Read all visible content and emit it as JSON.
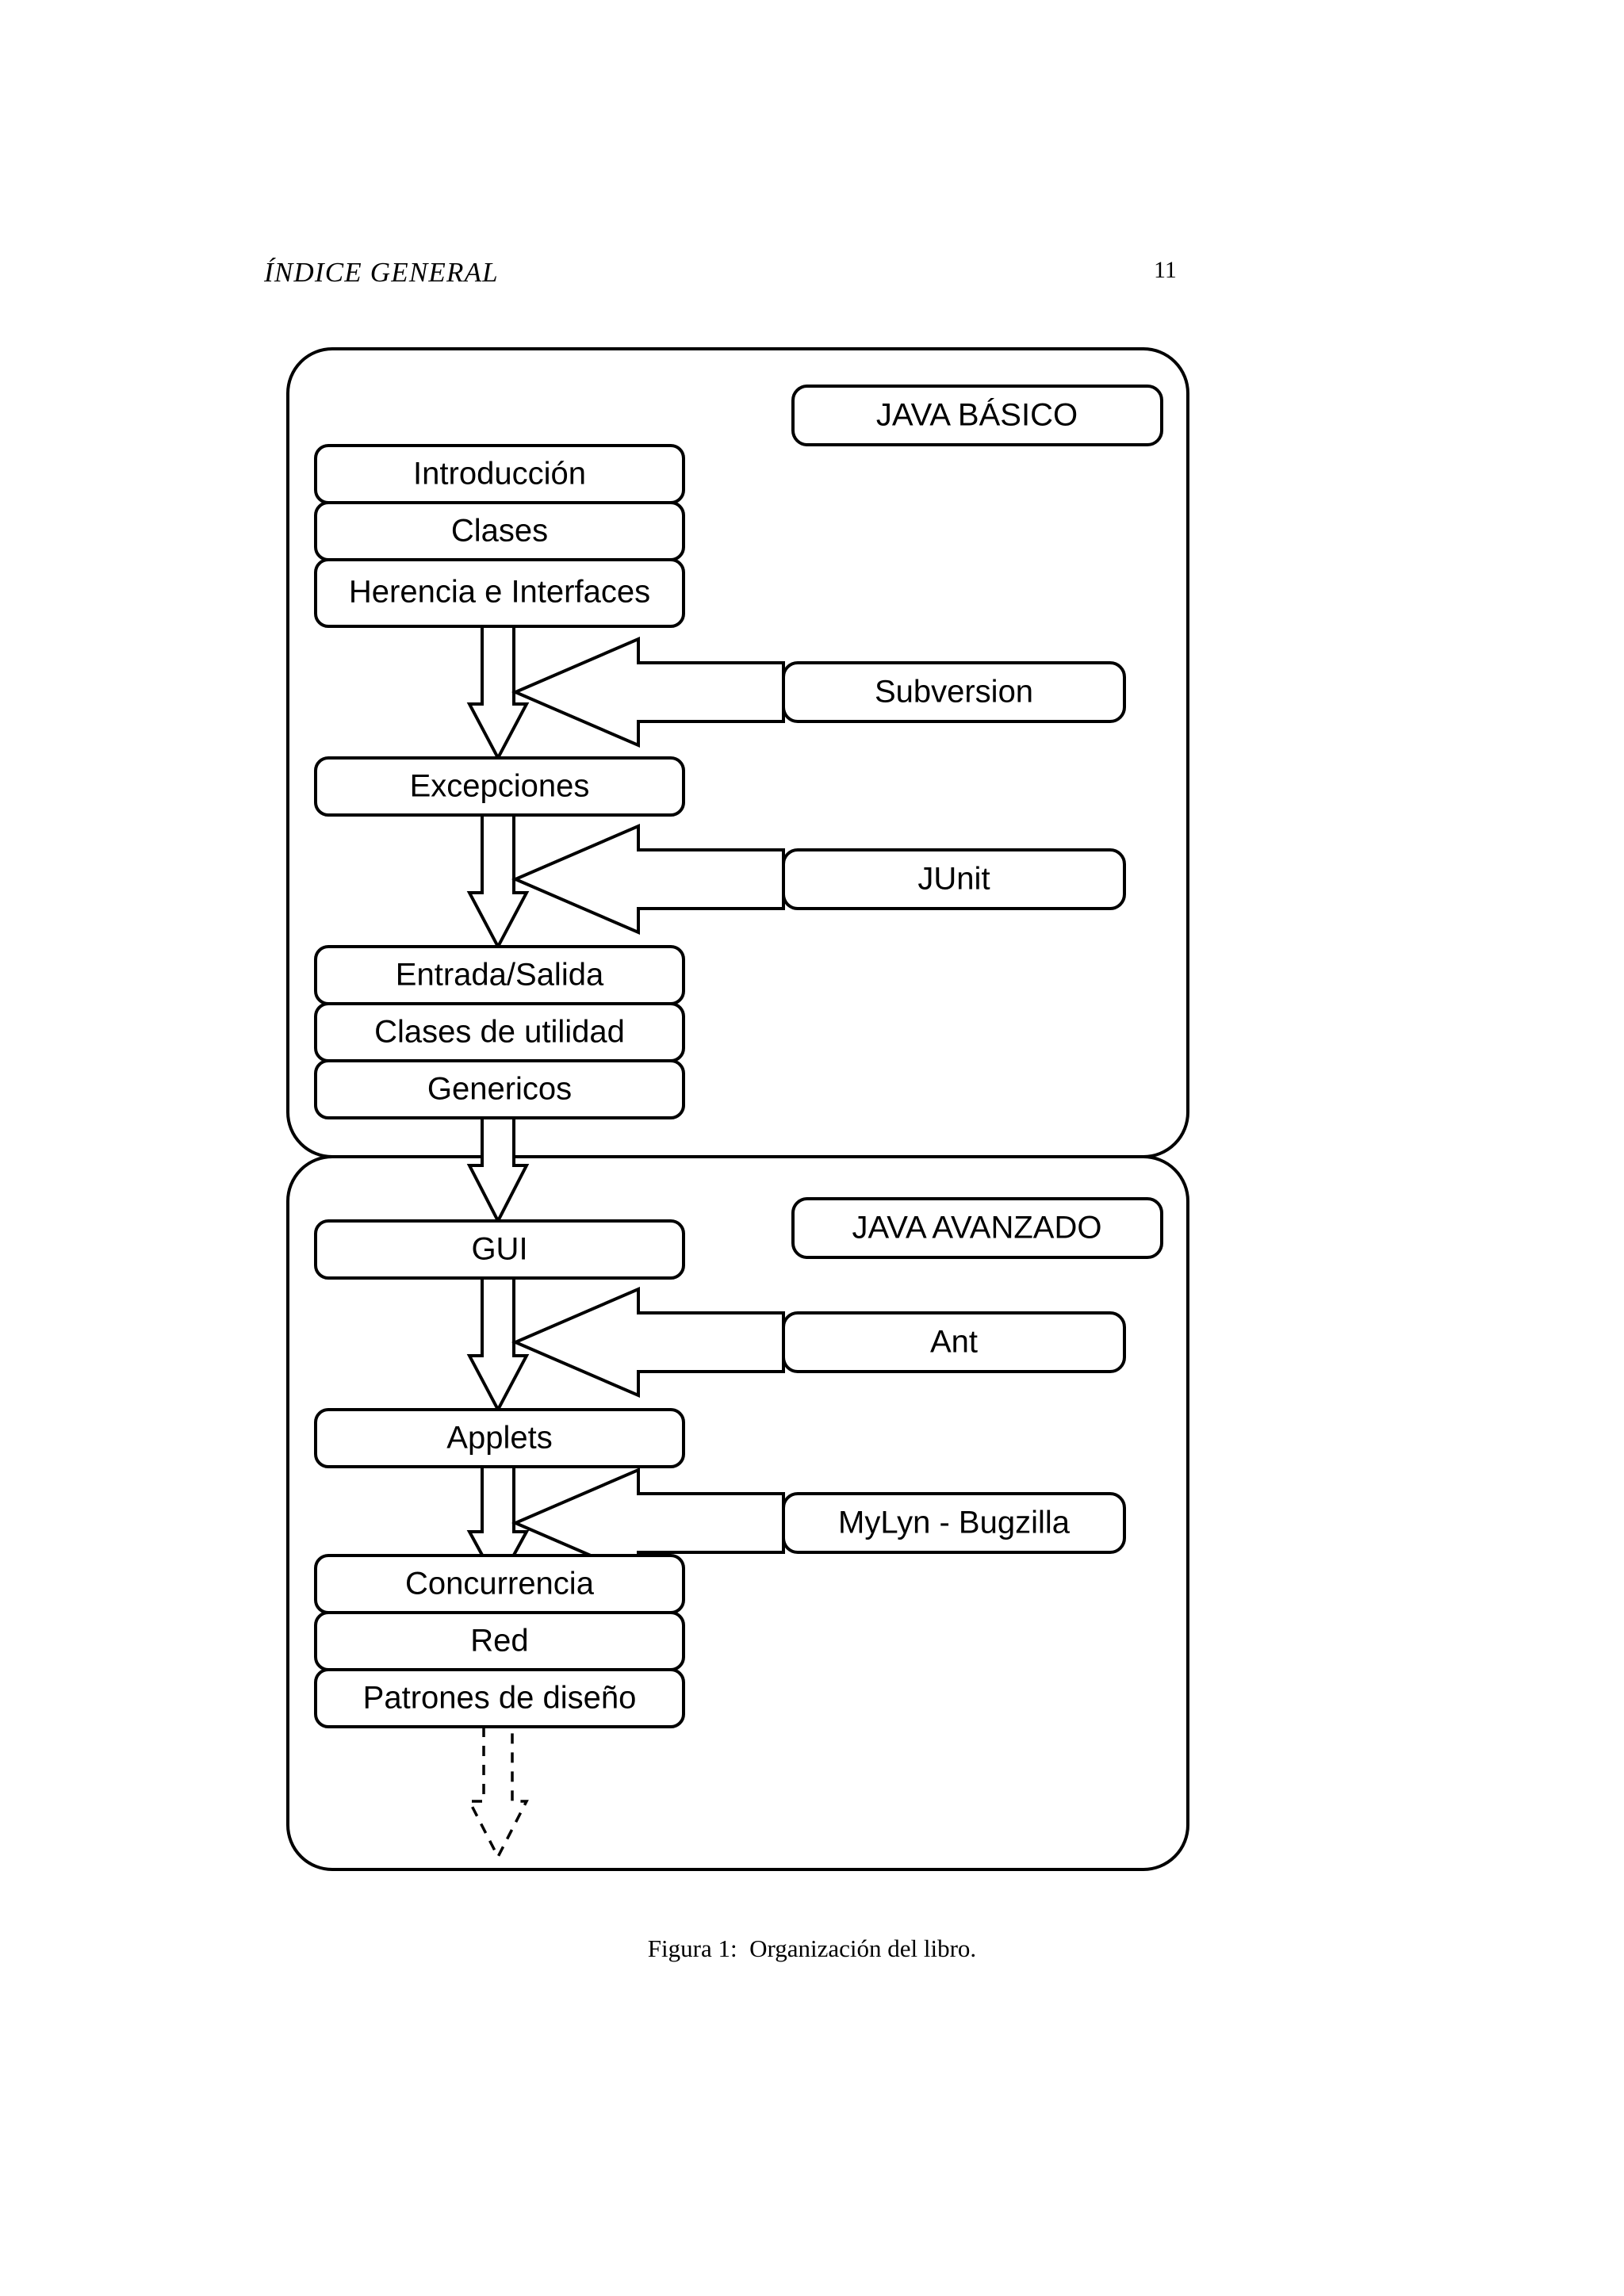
{
  "page": {
    "running_head_left": "ÍNDICE GENERAL",
    "page_number": "11",
    "caption": "Figura 1:  Organización del libro.",
    "background_color": "#ffffff",
    "ink_color": "#000000"
  },
  "figure": {
    "title": "Organización del libro",
    "panels": [
      {
        "id": "java-basico",
        "label": "JAVA BÁSICO",
        "main_boxes": [
          "Introducción",
          "Clases",
          "Herencia e Interfaces",
          "Excepciones",
          "Entrada/Salida",
          "Clases de utilidad",
          "Genericos"
        ],
        "side_boxes": [
          "Subversion",
          "JUnit"
        ]
      },
      {
        "id": "java-avanzado",
        "label": "JAVA AVANZADO",
        "main_boxes": [
          "GUI",
          "Applets",
          "Concurrencia",
          "Red",
          "Patrones de diseño"
        ],
        "side_boxes": [
          "Ant",
          "MyLyn - Bugzilla"
        ]
      }
    ],
    "boxes": {
      "introduccion": "Introducción",
      "clases": "Clases",
      "herencia": "Herencia e Interfaces",
      "excepciones": "Excepciones",
      "entrada_salida": "Entrada/Salida",
      "clases_utilidad": "Clases de utilidad",
      "genericos": "Genericos",
      "gui": "GUI",
      "applets": "Applets",
      "concurrencia": "Concurrencia",
      "red": "Red",
      "patrones": "Patrones de diseño",
      "subversion": "Subversion",
      "junit": "JUnit",
      "ant": "Ant",
      "mylyn_bugzilla": "MyLyn - Bugzilla",
      "java_basico": "JAVA BÁSICO",
      "java_avanzado": "JAVA AVANZADO"
    },
    "flow": {
      "sequence": [
        "Introducción",
        "Clases",
        "Herencia e Interfaces",
        "Excepciones",
        "Entrada/Salida",
        "Clases de utilidad",
        "Genericos",
        "GUI",
        "Applets",
        "Concurrencia",
        "Red",
        "Patrones de diseño"
      ],
      "side_inputs": [
        {
          "from": "Subversion",
          "into": "Excepciones"
        },
        {
          "from": "JUnit",
          "into": "Entrada/Salida"
        },
        {
          "from": "Ant",
          "into": "Applets"
        },
        {
          "from": "MyLyn - Bugzilla",
          "into": "Concurrencia"
        }
      ],
      "terminal_arrow_style": "dashed"
    }
  }
}
